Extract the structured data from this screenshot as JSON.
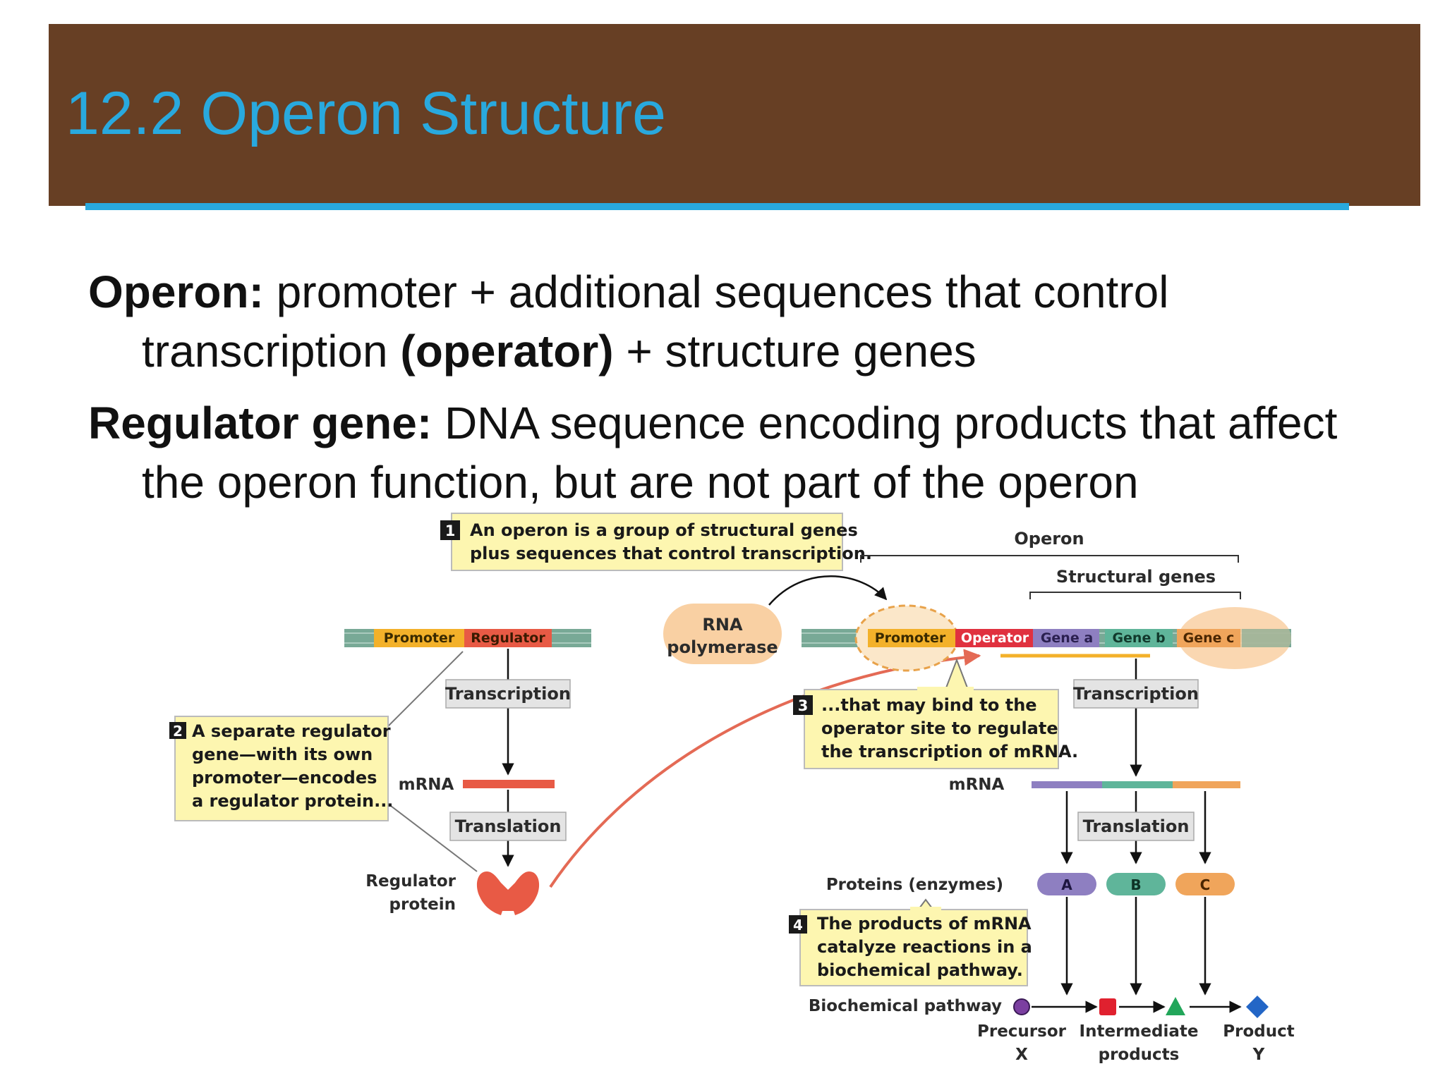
{
  "slide": {
    "title": "12.2 Operon Structure",
    "colors": {
      "title_bar": "#673f24",
      "title_text": "#29a9de",
      "rule": "#29a9de"
    }
  },
  "bullets": [
    {
      "term": "Operon:",
      "pre": " promoter + additional sequences that control transcription ",
      "emph": "(operator)",
      "post": " + structure genes"
    },
    {
      "term": "Regulator gene:",
      "pre": " DNA sequence encoding products that affect the operon function, but are not part of the operon",
      "emph": "",
      "post": ""
    }
  ],
  "diagram": {
    "callouts": {
      "c1": {
        "num": "1",
        "lines": [
          "An operon is a group of structural genes",
          "plus sequences that control transcription."
        ]
      },
      "c2": {
        "num": "2",
        "lines": [
          "A separate regulator",
          "gene—with its own",
          "promoter—encodes",
          "a regulator protein..."
        ]
      },
      "c3": {
        "num": "3",
        "lines": [
          "...that may bind to the",
          "operator site to regulate",
          "the transcription of mRNA."
        ]
      },
      "c4": {
        "num": "4",
        "lines": [
          "The products of mRNA",
          "catalyze reactions in a",
          "biochemical pathway."
        ]
      }
    },
    "labels": {
      "operon": "Operon",
      "structural_genes": "Structural genes",
      "rna_polymerase": [
        "RNA",
        "polymerase"
      ],
      "transcription": "Transcription",
      "translation": "Translation",
      "mrna": "mRNA",
      "regulator_protein": [
        "Regulator",
        "protein"
      ],
      "proteins_enzymes": "Proteins (enzymes)",
      "biochemical_pathway": "Biochemical pathway",
      "precursor": [
        "Precursor",
        "X"
      ],
      "intermediate": [
        "Intermediate",
        "products"
      ],
      "product": [
        "Product",
        "Y"
      ]
    },
    "regulator_dna": {
      "promoter": "Promoter",
      "regulator": "Regulator"
    },
    "operon_dna": {
      "promoter": "Promoter",
      "operator": "Operator",
      "gene_a": "Gene a",
      "gene_b": "Gene b",
      "gene_c": "Gene c"
    },
    "proteins": [
      "A",
      "B",
      "C"
    ],
    "colors": {
      "dna": "#78a996",
      "promoter": "#f3b12a",
      "regulator": "#e85a45",
      "operator": "#e0313f",
      "gene_a": "#8e7fc1",
      "gene_b": "#5fb59a",
      "gene_c": "#f0a55b",
      "callout_fill": "#fdf6b0",
      "label_box": "#e4e4e4",
      "arrow": "#e46a55",
      "precursor": "#7b3fa0",
      "intermediate1": "#e0212f",
      "intermediate2": "#22a65a",
      "product": "#2366c6",
      "rna_pol": "#f9d0a3"
    }
  }
}
